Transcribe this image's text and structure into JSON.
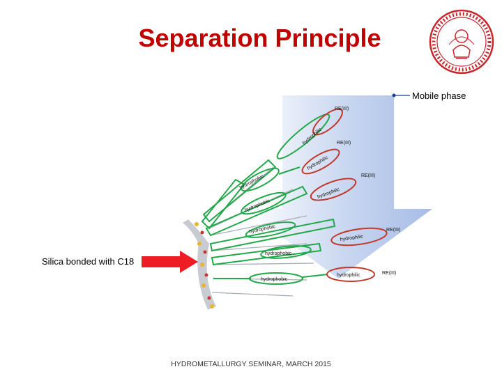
{
  "title": "Separation Principle",
  "mobile_phase_label": "Mobile phase",
  "silica_label": "Silica bonded with C18",
  "footer": "HYDROMETALLURGY SEMINAR, MARCH 2015",
  "ree_label": "RE(III)",
  "hydrophilic_label": "hydrophilic",
  "hydrophobic_label": "hydrophobic",
  "colors": {
    "title": "#c00000",
    "arrow_fill": "#b7c9ea",
    "hydrophobic_chain": "#22a84a",
    "hydrophilic_head": "#c0392b",
    "indicator_arrow": "#ee1c24",
    "seal": "#c8242b"
  }
}
